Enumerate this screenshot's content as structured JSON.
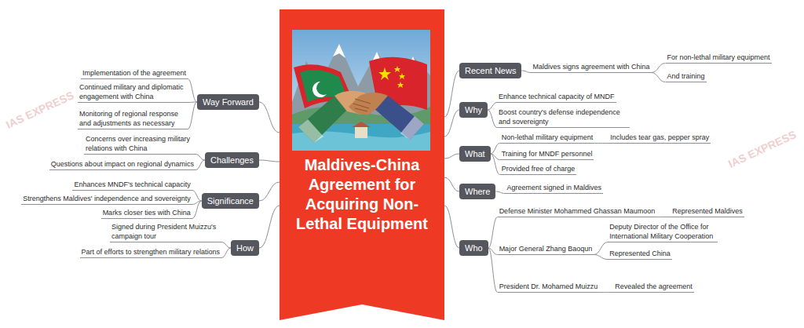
{
  "diagram": {
    "nodes": [
      {
        "text": [
          "Maldives-China Agreement for Acquiring Non-Lethal Equipment"
        ]
      },
      {
        "text": [
          "Recent News"
        ]
      },
      {
        "text": [
          "Maldives signs agreement with China"
        ]
      },
      {
        "text": [
          "For non-lethal military equipment"
        ]
      },
      {
        "text": [
          "And training"
        ]
      },
      {
        "text": [
          "Why"
        ]
      },
      {
        "text": [
          "Enhance technical capacity of MNDF"
        ]
      },
      {
        "text": [
          "Boost country's defense independence and sovereignty"
        ]
      },
      {
        "text": [
          "What"
        ]
      },
      {
        "text": [
          "Non-lethal military equipment"
        ]
      },
      {
        "text": [
          "Includes tear gas, pepper spray"
        ]
      },
      {
        "text": [
          "Training for MNDF personnel"
        ]
      },
      {
        "text": [
          "Provided free of charge"
        ]
      },
      {
        "text": [
          "Where"
        ]
      },
      {
        "text": [
          "Agreement signed in Maldives"
        ]
      },
      {
        "text": [
          "Who"
        ]
      },
      {
        "text": [
          "Defense Minister Mohammed Ghassan Maumoon"
        ]
      },
      {
        "text": [
          "Represented Maldives"
        ]
      },
      {
        "text": [
          "Major General Zhang Baoqun"
        ]
      },
      {
        "text": [
          "Deputy Director of the Office for International Military Cooperation"
        ]
      },
      {
        "text": [
          "Represented China"
        ]
      },
      {
        "text": [
          "President Dr. Mohamed Muizzu"
        ]
      },
      {
        "text": [
          "Revealed the agreement"
        ]
      },
      {
        "text": [
          "Way Forward"
        ]
      },
      {
        "text": [
          "Implementation of the agreement"
        ]
      },
      {
        "text": [
          "Continued military and diplomatic engagement with China"
        ]
      },
      {
        "text": [
          "Monitoring of regional response and adjustments as necessary"
        ]
      },
      {
        "text": [
          "Challenges"
        ]
      },
      {
        "text": [
          "Concerns over increasing military relations with China"
        ]
      },
      {
        "text": [
          "Questions about impact on regional dynamics"
        ]
      },
      {
        "text": [
          "Significance"
        ]
      },
      {
        "text": [
          "Enhances MNDF's technical capacity"
        ]
      },
      {
        "text": [
          "Strengthens Maldives' independence and sovereignty"
        ]
      },
      {
        "text": [
          "Marks closer ties with China"
        ]
      },
      {
        "text": [
          "How"
        ]
      },
      {
        "text": [
          "Signed during President Muizzu's campaign tour"
        ]
      },
      {
        "text": [
          "Part of efforts to strengthen military relations"
        ]
      }
    ],
    "edges": [
      {
        "from": 0,
        "to": 1,
        "arrow": "none"
      },
      {
        "from": 1,
        "to": 2,
        "arrow": "none"
      },
      {
        "from": 2,
        "to": 3,
        "arrow": "none"
      },
      {
        "from": 2,
        "to": 4,
        "arrow": "none"
      },
      {
        "from": 0,
        "to": 5,
        "arrow": "none"
      },
      {
        "from": 5,
        "to": 6,
        "arrow": "none"
      },
      {
        "from": 5,
        "to": 7,
        "arrow": "none"
      },
      {
        "from": 0,
        "to": 8,
        "arrow": "none"
      },
      {
        "from": 8,
        "to": 9,
        "arrow": "none"
      },
      {
        "from": 9,
        "to": 10,
        "arrow": "none"
      },
      {
        "from": 8,
        "to": 11,
        "arrow": "none"
      },
      {
        "from": 8,
        "to": 12,
        "arrow": "none"
      },
      {
        "from": 0,
        "to": 13,
        "arrow": "none"
      },
      {
        "from": 13,
        "to": 14,
        "arrow": "none"
      },
      {
        "from": 0,
        "to": 15,
        "arrow": "none"
      },
      {
        "from": 15,
        "to": 16,
        "arrow": "none"
      },
      {
        "from": 16,
        "to": 17,
        "arrow": "none"
      },
      {
        "from": 15,
        "to": 18,
        "arrow": "none"
      },
      {
        "from": 18,
        "to": 19,
        "arrow": "none"
      },
      {
        "from": 18,
        "to": 20,
        "arrow": "none"
      },
      {
        "from": 15,
        "to": 21,
        "arrow": "none"
      },
      {
        "from": 21,
        "to": 22,
        "arrow": "none"
      },
      {
        "from": 0,
        "to": 23,
        "arrow": "none"
      },
      {
        "from": 23,
        "to": 24,
        "arrow": "none"
      },
      {
        "from": 23,
        "to": 25,
        "arrow": "none"
      },
      {
        "from": 23,
        "to": 26,
        "arrow": "none"
      },
      {
        "from": 0,
        "to": 27,
        "arrow": "none"
      },
      {
        "from": 27,
        "to": 28,
        "arrow": "none"
      },
      {
        "from": 27,
        "to": 29,
        "arrow": "none"
      },
      {
        "from": 0,
        "to": 30,
        "arrow": "none"
      },
      {
        "from": 30,
        "to": 31,
        "arrow": "none"
      },
      {
        "from": 30,
        "to": 32,
        "arrow": "none"
      },
      {
        "from": 30,
        "to": 33,
        "arrow": "none"
      },
      {
        "from": 0,
        "to": 34,
        "arrow": "none"
      },
      {
        "from": 34,
        "to": 35,
        "arrow": "none"
      },
      {
        "from": 34,
        "to": 36,
        "arrow": "none"
      }
    ],
    "labels": [
      "IAS EXPRESS",
      "IAS EXPRESS"
    ]
  }
}
